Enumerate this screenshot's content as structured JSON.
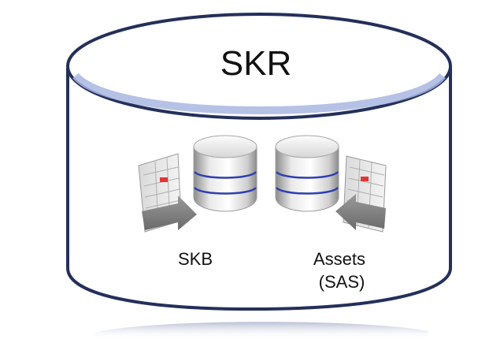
{
  "diagram": {
    "title": "SKR",
    "components": [
      {
        "id": "skb",
        "label": "SKB"
      },
      {
        "id": "assets",
        "label_lines": [
          "Assets",
          "(SAS)"
        ]
      }
    ],
    "icons": [
      "database-cylinder-icon",
      "spreadsheet-document-icon",
      "arrow-icon"
    ],
    "colors": {
      "container_outline": "#24305a",
      "container_highlight": "#a9b6e2",
      "db_band": "#2f3fb0",
      "sheet_mark": "#e23535"
    }
  }
}
